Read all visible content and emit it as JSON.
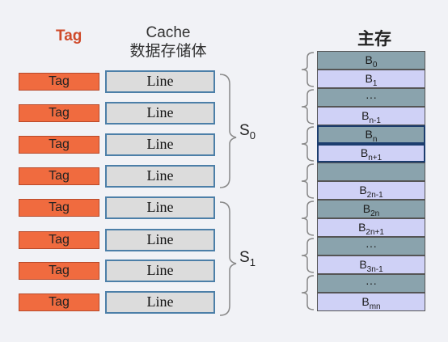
{
  "headers": {
    "tag": "Tag",
    "cache": "Cache\n数据存储体",
    "memory": "主存"
  },
  "cache_rows": [
    {
      "tag": "Tag",
      "line": "Line"
    },
    {
      "tag": "Tag",
      "line": "Line"
    },
    {
      "tag": "Tag",
      "line": "Line"
    },
    {
      "tag": "Tag",
      "line": "Line"
    },
    {
      "tag": "Tag",
      "line": "Line"
    },
    {
      "tag": "Tag",
      "line": "Line"
    },
    {
      "tag": "Tag",
      "line": "Line"
    },
    {
      "tag": "Tag",
      "line": "Line"
    }
  ],
  "sets": [
    {
      "name": "S",
      "sub": "0"
    },
    {
      "name": "S",
      "sub": "1"
    }
  ],
  "memory_blocks": [
    {
      "base": "B",
      "sub": "0",
      "shade": "dark",
      "highlight": false
    },
    {
      "base": "B",
      "sub": "1",
      "shade": "light",
      "highlight": false
    },
    {
      "base": "···",
      "sub": "",
      "shade": "dark",
      "highlight": false
    },
    {
      "base": "B",
      "sub": "n-1",
      "shade": "light",
      "highlight": false
    },
    {
      "base": "B",
      "sub": "n",
      "shade": "dark",
      "highlight": true
    },
    {
      "base": "B",
      "sub": "n+1",
      "shade": "light",
      "highlight": true
    },
    {
      "base": "",
      "sub": "",
      "shade": "dark",
      "highlight": false
    },
    {
      "base": "B",
      "sub": "2n-1",
      "shade": "light",
      "highlight": false
    },
    {
      "base": "B",
      "sub": "2n",
      "shade": "dark",
      "highlight": false
    },
    {
      "base": "B",
      "sub": "2n+1",
      "shade": "light",
      "highlight": false
    },
    {
      "base": "···",
      "sub": "",
      "shade": "dark",
      "highlight": false
    },
    {
      "base": "B",
      "sub": "3n-1",
      "shade": "light",
      "highlight": false
    },
    {
      "base": "···",
      "sub": "",
      "shade": "dark",
      "highlight": false
    },
    {
      "base": "B",
      "sub": "mn",
      "shade": "light",
      "highlight": false
    }
  ],
  "colors": {
    "tag_fill": "#f06b3f",
    "line_fill": "#dcdcdc",
    "line_border": "#4c7fa8",
    "mem_dark": "#8aa3ad",
    "mem_light": "#cfd1f6"
  }
}
